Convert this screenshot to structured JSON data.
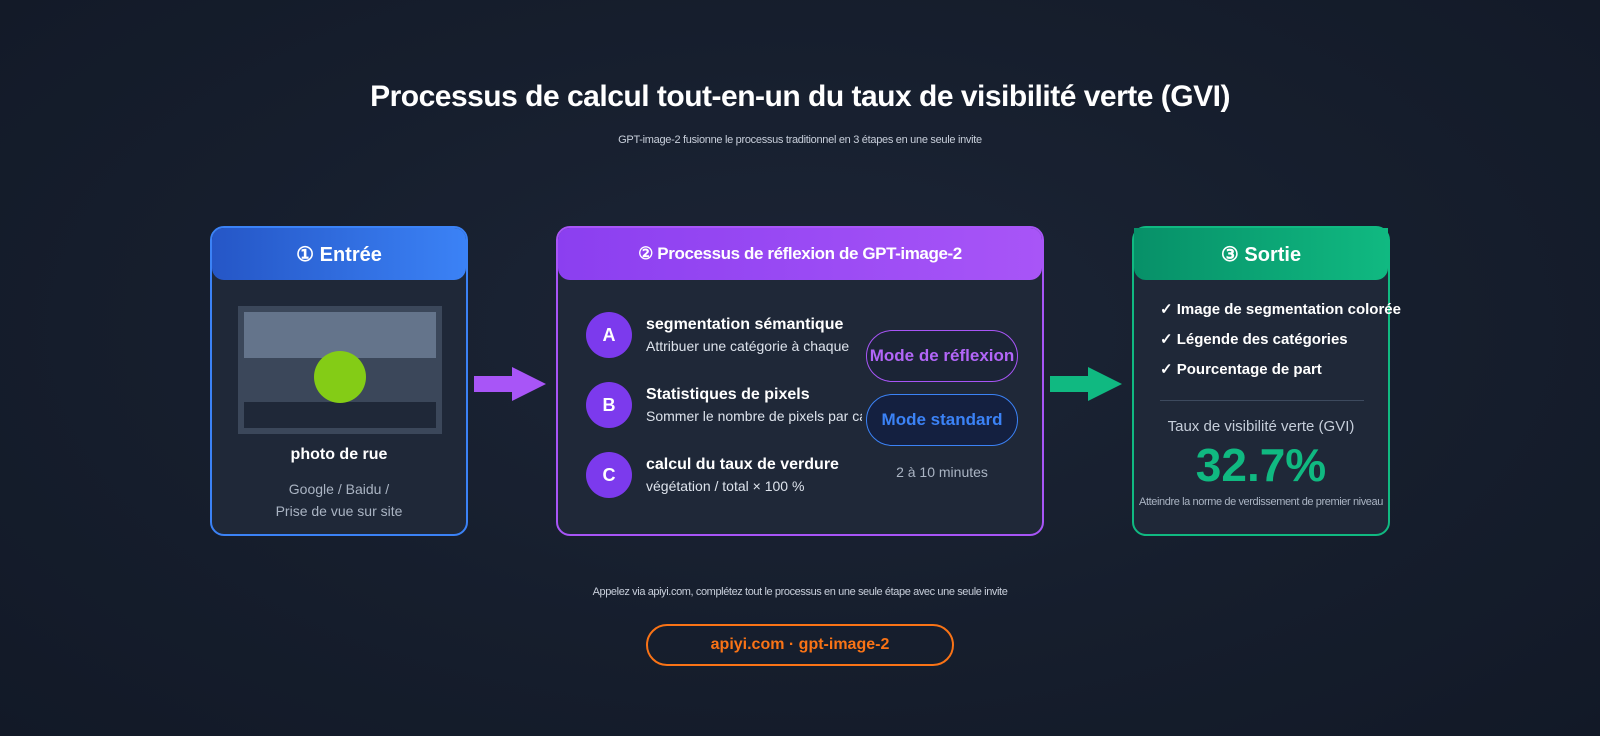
{
  "header": {
    "title": "Processus de calcul tout-en-un du taux de visibilité verte (GVI)",
    "subtitle": "GPT-image-2 fusionne le processus traditionnel en 3 étapes en une seule invite"
  },
  "input_card": {
    "title": "① Entrée",
    "photo_label": "photo de rue",
    "source_line1": "Google / Baidu /",
    "source_line2": "Prise de vue sur site"
  },
  "process_card": {
    "title": "② Processus de réflexion de GPT-image-2",
    "steps": [
      {
        "badge": "A",
        "title": "segmentation sémantique",
        "desc": "Attribuer une catégorie à chaque"
      },
      {
        "badge": "B",
        "title": "Statistiques de pixels",
        "desc": "Sommer le nombre de pixels par cat"
      },
      {
        "badge": "C",
        "title": "calcul du taux de verdure",
        "desc": "végétation / total × 100 %"
      }
    ],
    "mode_reflexion": "Mode de réflexion",
    "mode_standard": "Mode standard",
    "duration": "2 à 10 minutes"
  },
  "output_card": {
    "title": "③ Sortie",
    "items": [
      "✓ Image de segmentation colorée",
      "✓ Légende des catégories",
      "✓ Pourcentage de part"
    ],
    "gvi_label": "Taux de visibilité verte (GVI)",
    "gvi_value": "32.7%",
    "gvi_note": "Atteindre la norme de verdissement de premier niveau"
  },
  "footer": {
    "note": "Appelez via apiyi.com, complétez tout le processus en une seule étape avec une seule invite",
    "pill": "apiyi.com · gpt-image-2"
  },
  "colors": {
    "input_accent": "#3b82f6",
    "process_accent": "#a855f7",
    "output_accent": "#10b981",
    "footer_accent": "#f97316",
    "tree_green": "#84cc16"
  }
}
